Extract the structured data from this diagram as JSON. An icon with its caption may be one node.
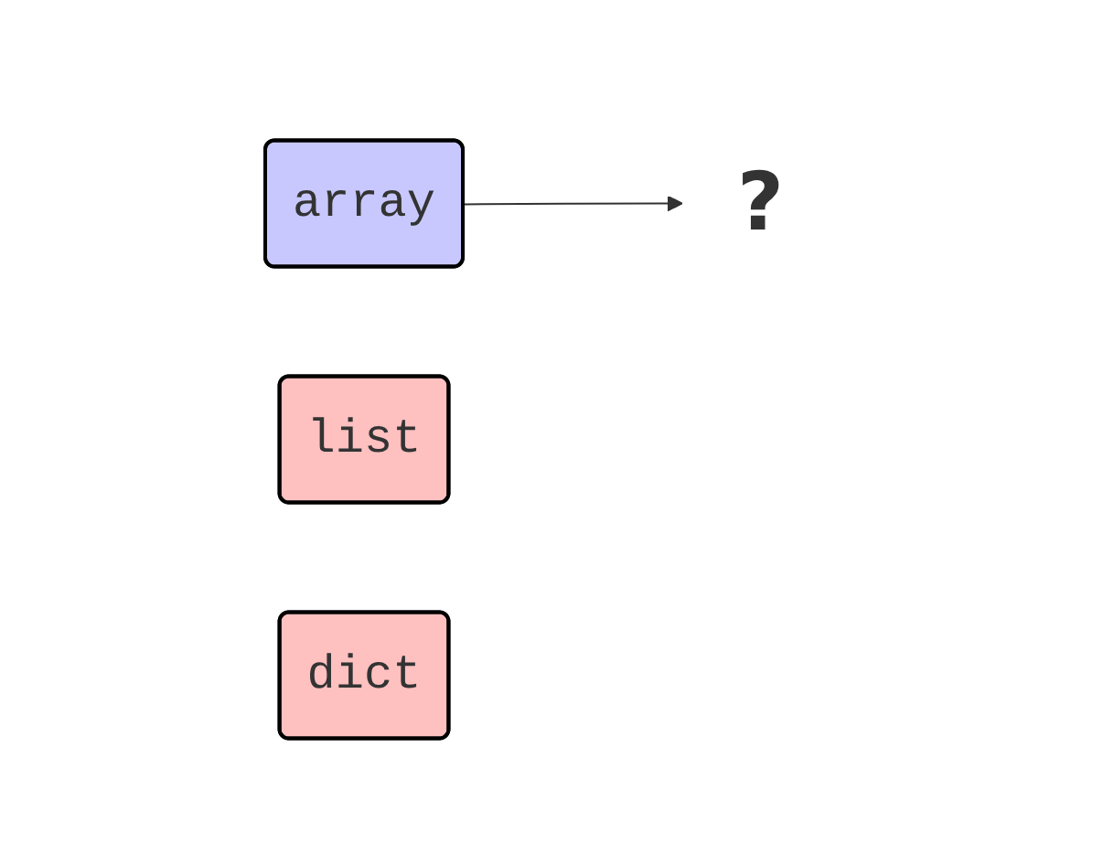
{
  "diagram": {
    "nodes": [
      {
        "text": [
          "array"
        ]
      },
      {
        "text": [
          "?"
        ]
      },
      {
        "text": [
          "list"
        ]
      },
      {
        "text": [
          "dict"
        ]
      }
    ],
    "edges": [
      {
        "from": 0,
        "to": 1,
        "arrow": "to"
      }
    ]
  }
}
